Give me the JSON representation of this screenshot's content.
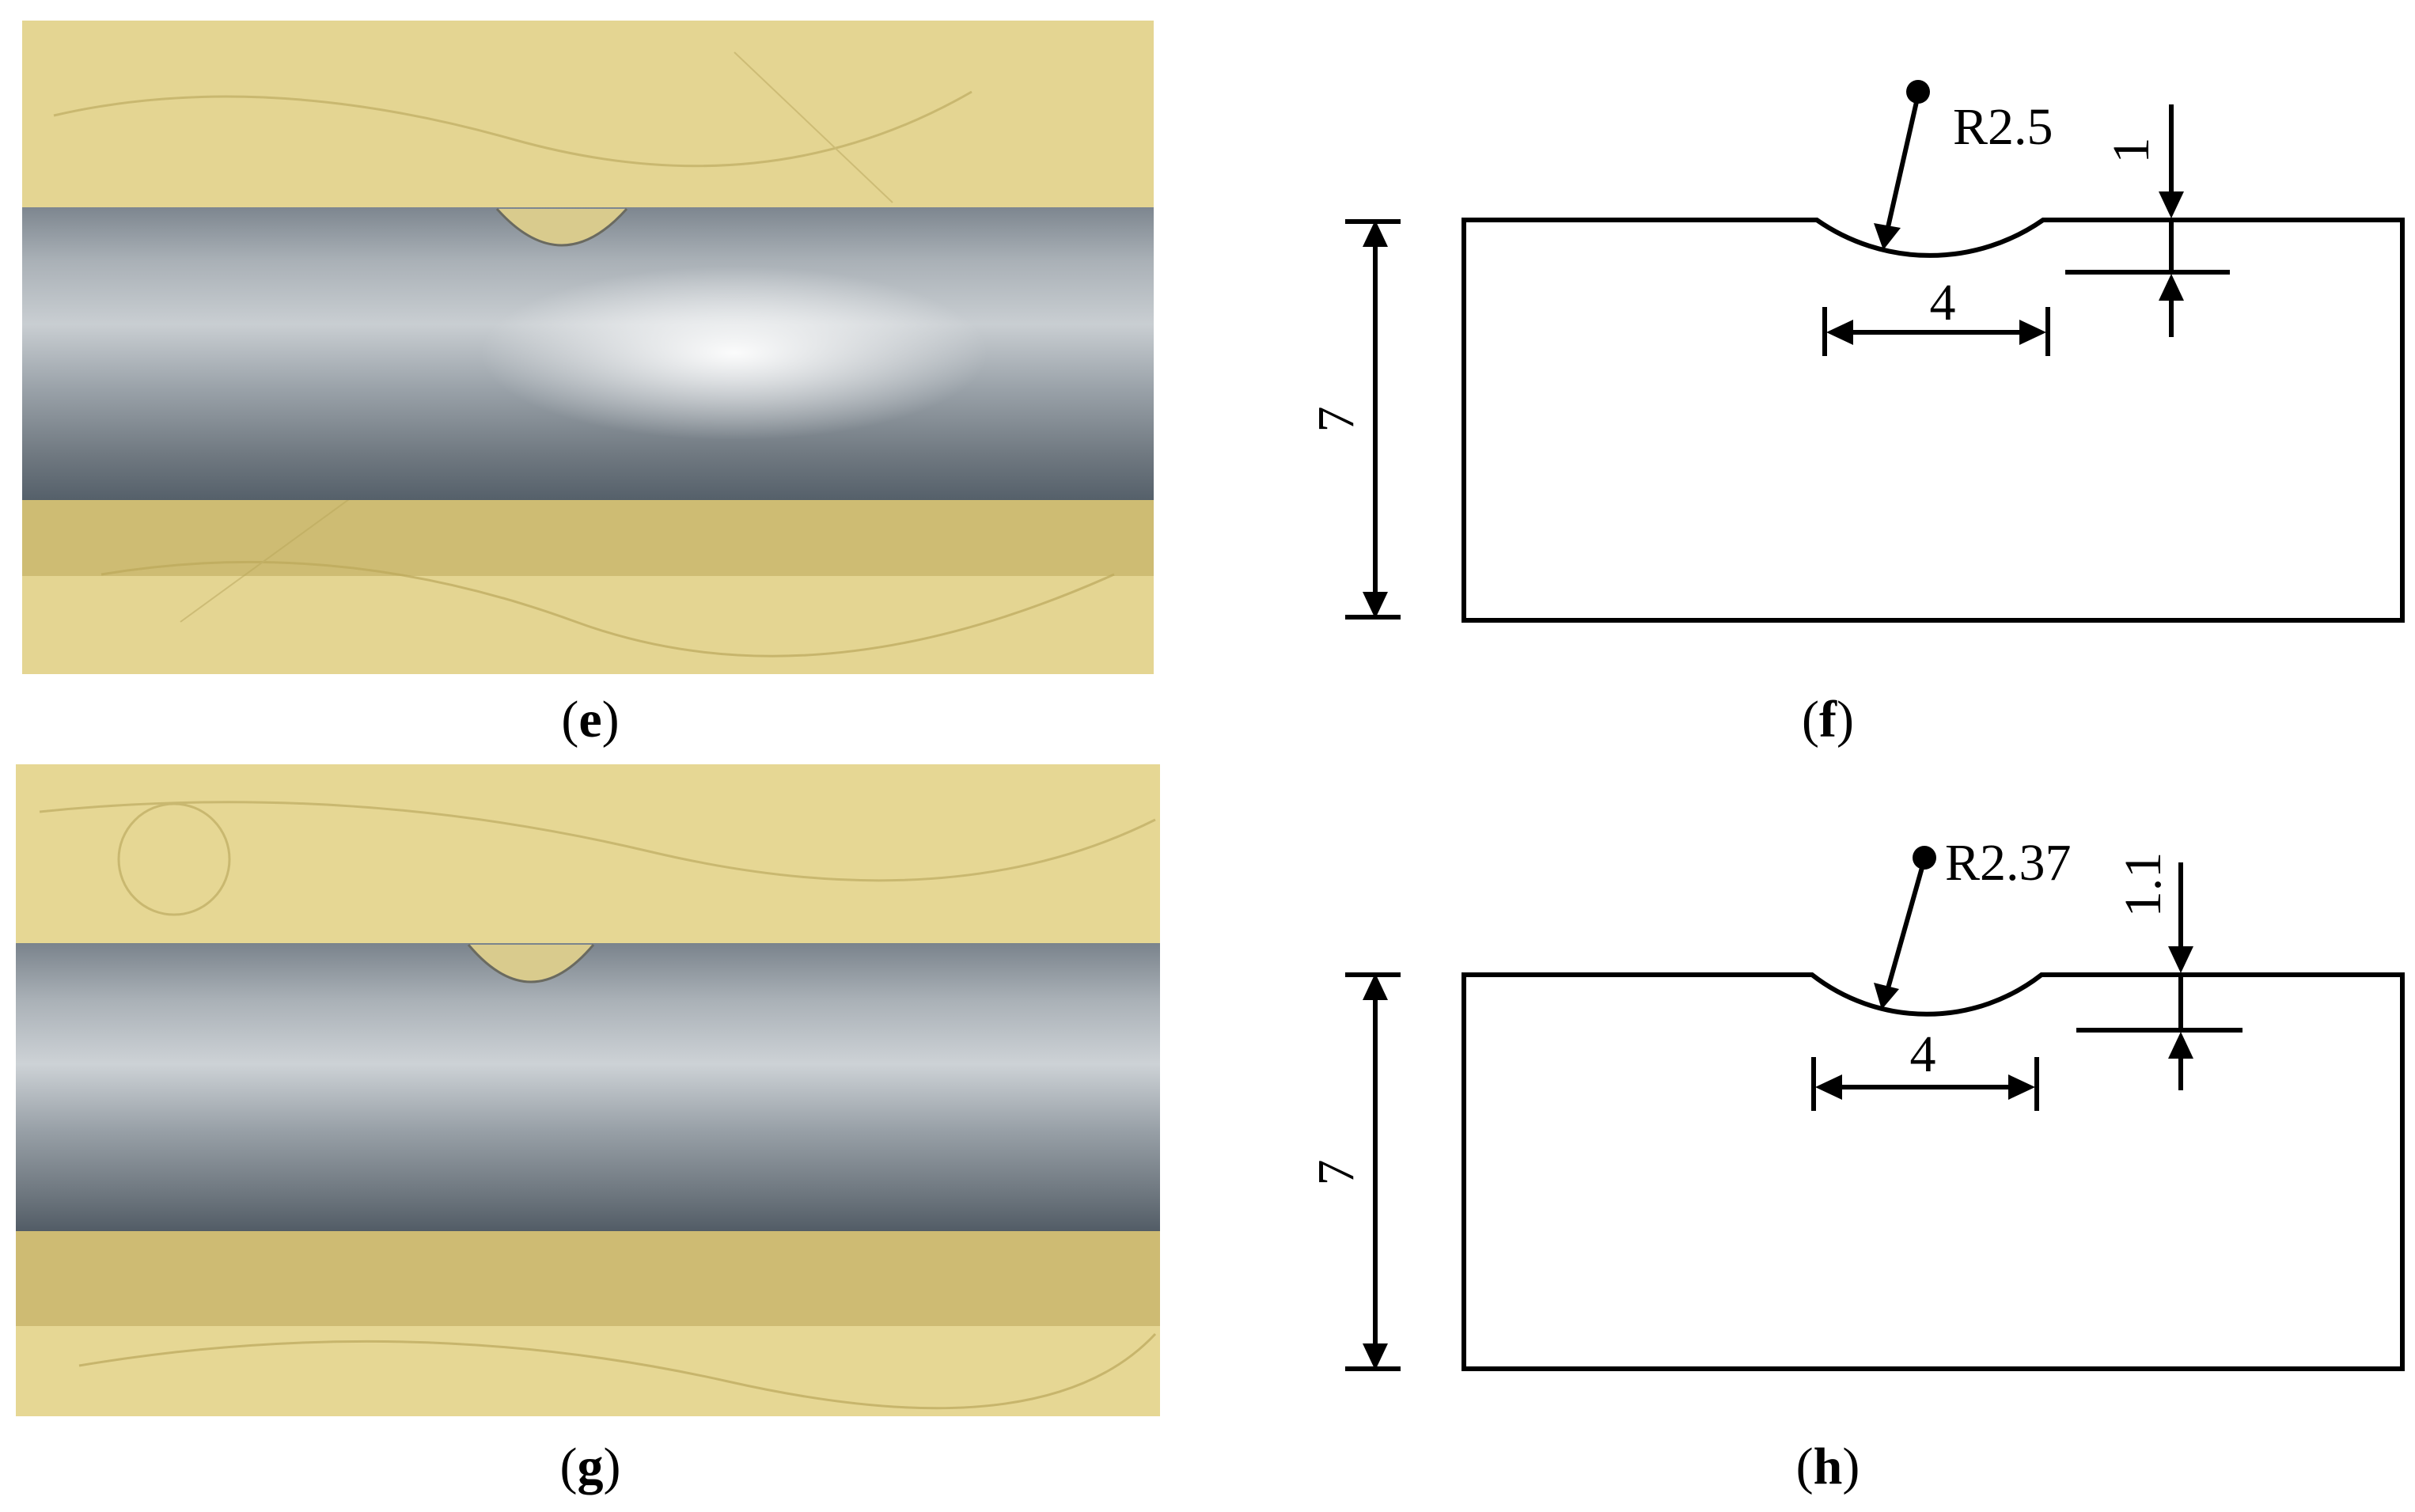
{
  "panels": {
    "e": {
      "label_open": "(",
      "letter": "e",
      "label_close": ")"
    },
    "f": {
      "label_open": "(",
      "letter": "f",
      "label_close": ")",
      "height_dim": "7",
      "notch_width_dim": "4",
      "notch_depth_dim": "1",
      "radius_label": "R2.5"
    },
    "g": {
      "label_open": "(",
      "letter": "g",
      "label_close": ")"
    },
    "h": {
      "label_open": "(",
      "letter": "h",
      "label_close": ")",
      "height_dim": "7",
      "notch_width_dim": "4",
      "notch_depth_dim": "1.1",
      "radius_label": "R2.37"
    }
  },
  "colors": {
    "background_paper": "#e6d794",
    "bar_metal": "#8c949c",
    "bar_highlight": "#eef1f3",
    "notch_fill": "#d8c98c",
    "line": "#000000"
  }
}
